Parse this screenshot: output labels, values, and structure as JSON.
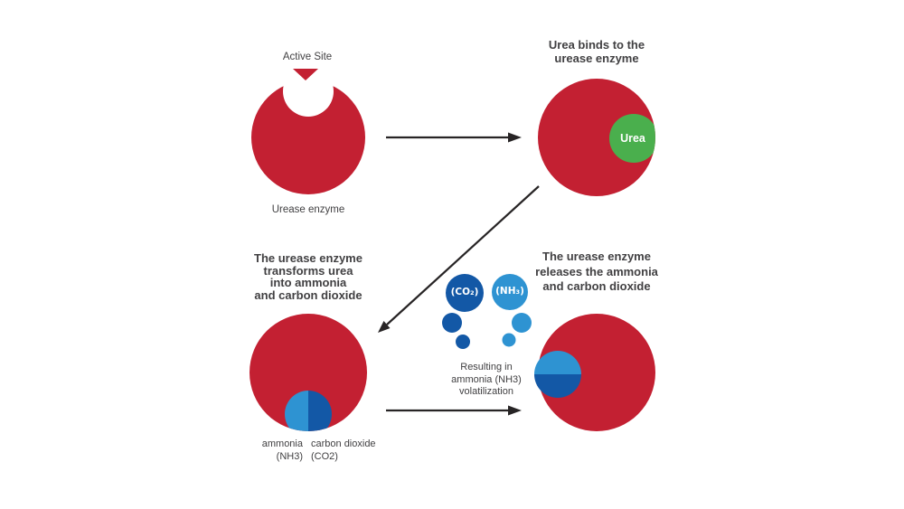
{
  "palette": {
    "enzyme_red": "#C32032",
    "urea_green": "#4AAF4D",
    "dark_blue": "#1358A6",
    "light_blue": "#2E93D2",
    "text_gray": "#414042",
    "arrow_black": "#272425"
  },
  "step1": {
    "pointer_label": "Active Site",
    "circle_caption": "Urease enzyme"
  },
  "step2": {
    "caption": "Urea binds to the\nurease enzyme",
    "urea_label": "Urea"
  },
  "step3": {
    "caption": "The urease enzyme\ntransforms urea\ninto ammonia\nand carbon dioxide",
    "ammonia_label": "ammonia\n(NH3)",
    "carbon_dioxide_label": "carbon dioxide\n(CO2)"
  },
  "volatilization": {
    "co2_bubble": "(CO₂)",
    "nh3_bubble": "(NH₃)",
    "note": "Resulting in\nammonia (NH3)\nvolatilization"
  },
  "step4": {
    "caption": "The urease enzyme\nreleases the ammonia\nand carbon dioxide"
  }
}
